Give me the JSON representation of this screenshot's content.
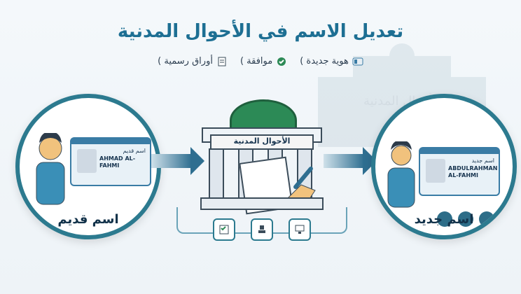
{
  "title": "تعديل الاسم في الأحوال المدنية",
  "subtitle": [
    {
      "label": "هوية جديدة )",
      "icon": "id-card-icon"
    },
    {
      "label": "موافقة )",
      "icon": "check-circle-icon"
    },
    {
      "label": "أوراق رسمية )",
      "icon": "document-icon"
    }
  ],
  "left": {
    "card_label": "اسم قديم",
    "card_name": "AHMAD AL-FAHMI",
    "circle_label": "اسم قديم"
  },
  "center": {
    "sign": "الأحوال المدنية"
  },
  "right": {
    "card_label": "اسم جديد",
    "card_name": "ABDULRAHMAN AL-FAHMI",
    "circle_label": "اسم جديد"
  },
  "bg_sign": "الأحوال المدنية",
  "colors": {
    "primary": "#1d6f93",
    "accent": "#2c8a56",
    "dark": "#12324a"
  }
}
